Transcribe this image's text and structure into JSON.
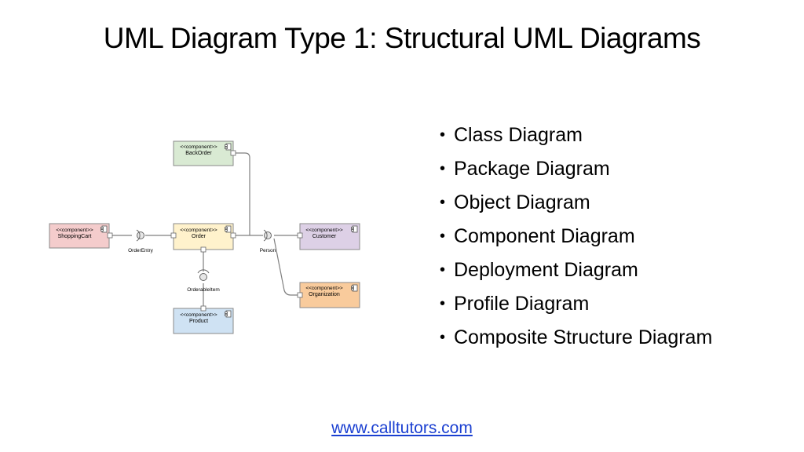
{
  "title": "UML Diagram Type 1: Structural UML Diagrams",
  "bullets": [
    "Class Diagram",
    "Package Diagram",
    "Object Diagram",
    "Component Diagram",
    "Deployment Diagram",
    "Profile Diagram",
    "Composite Structure Diagram"
  ],
  "diagram": {
    "stereotype": "<<component>>",
    "components": {
      "backorder": {
        "label": "BackOrder",
        "color": "#d9ead3"
      },
      "shoppingcart": {
        "label": "ShoppingCart",
        "color": "#f4cccc"
      },
      "order": {
        "label": "Order",
        "color": "#fff2cc"
      },
      "customer": {
        "label": "Customer",
        "color": "#ddd0e6"
      },
      "organization": {
        "label": "Organization",
        "color": "#f9cb9c"
      },
      "product": {
        "label": "Product",
        "color": "#cfe2f3"
      }
    },
    "interfaces": {
      "orderentry": "OrderEntry",
      "person": "Person",
      "orderableitem": "OrderableItem"
    }
  },
  "footer": {
    "link_text": "www.calltutors.com"
  }
}
